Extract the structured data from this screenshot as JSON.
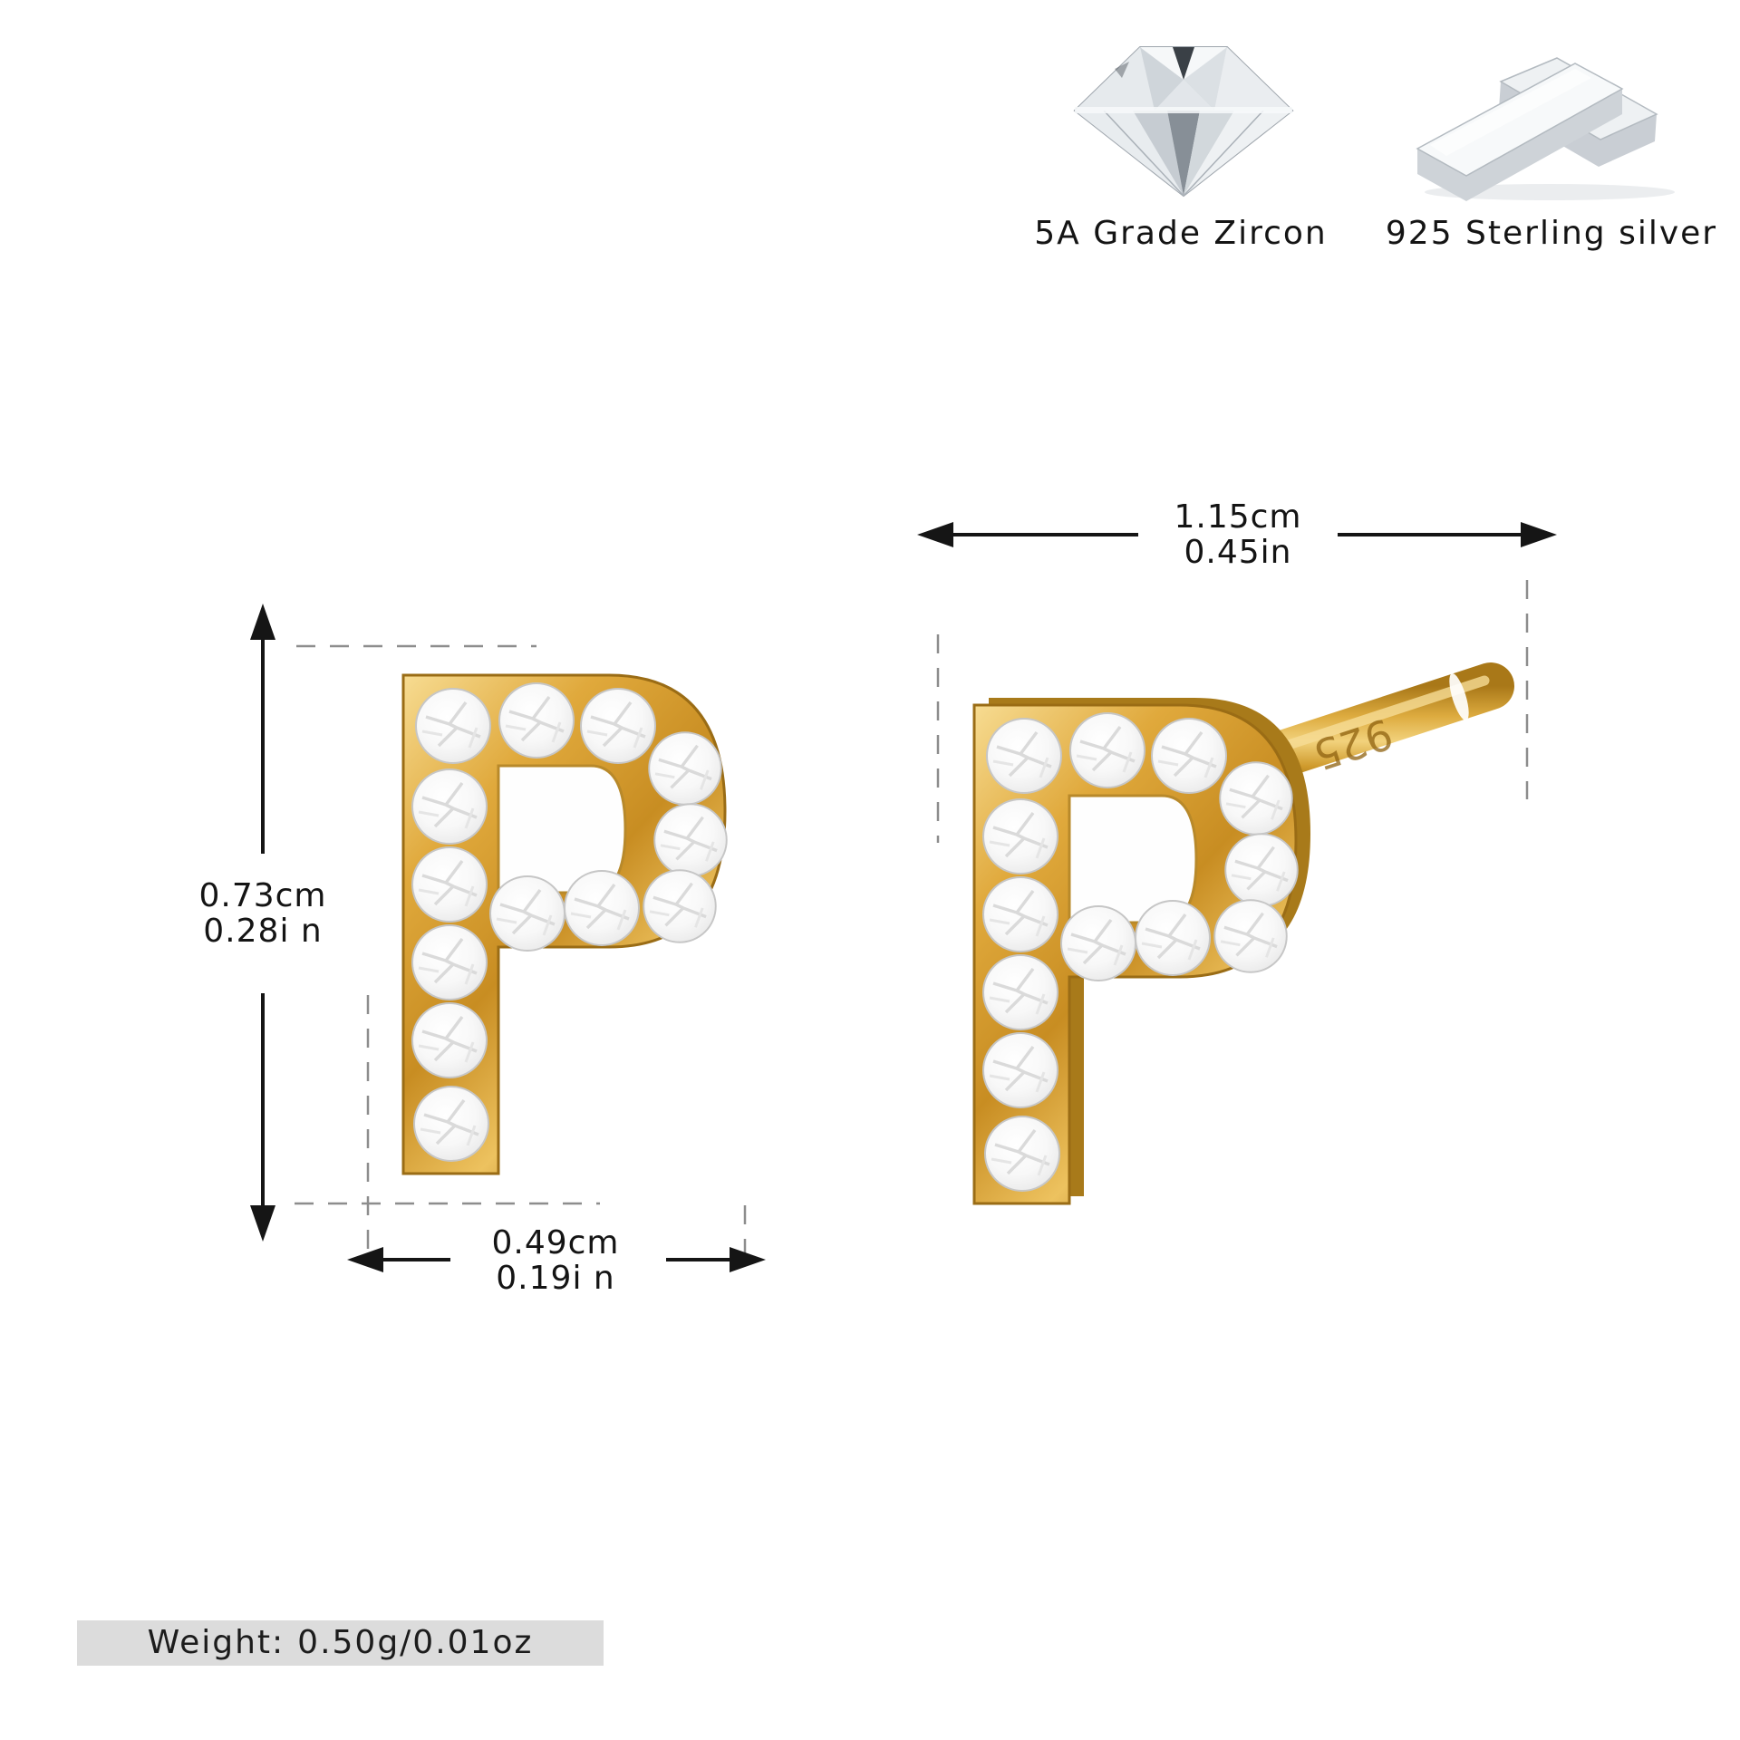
{
  "materials": [
    {
      "icon": "zircon-diamond-icon",
      "label": "5A Grade Zircon"
    },
    {
      "icon": "silver-bars-icon",
      "label": "925 Sterling silver"
    }
  ],
  "product": {
    "letter": "P",
    "engraving": "925",
    "gold_color": "#dfa63a",
    "stone_color": "#f6f6f6"
  },
  "dimensions": {
    "total_width": {
      "cm": "1.15cm",
      "inch": "0.45in"
    },
    "height": {
      "cm": "0.73cm",
      "inch": "0.28i n"
    },
    "letter_width": {
      "cm": "0.49cm",
      "inch": "0.19i n"
    }
  },
  "weight": {
    "label": "Weight:",
    "value": "0.50g/0.01oz"
  }
}
